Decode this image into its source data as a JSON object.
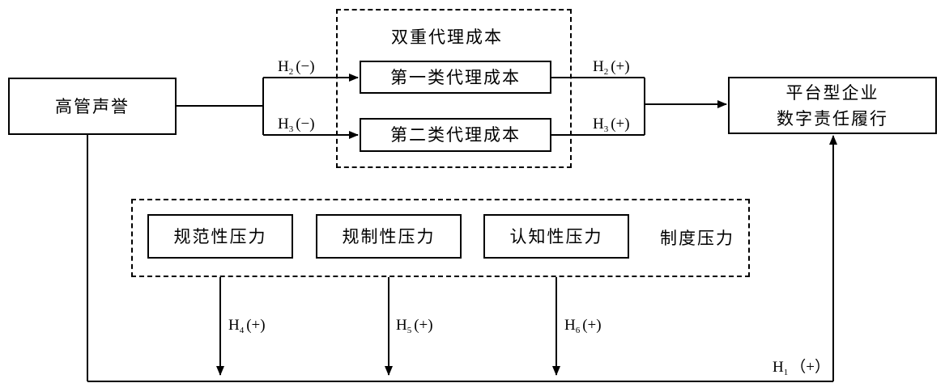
{
  "nodes": {
    "exec_reputation": "高管声誉",
    "first_agency_cost": "第一类代理成本",
    "second_agency_cost": "第二类代理成本",
    "platform_line1": "平台型企业",
    "platform_line2": "数字责任履行",
    "normative_pressure": "规范性压力",
    "regulative_pressure": "规制性压力",
    "cognitive_pressure": "认知性压力"
  },
  "groups": {
    "dual_agency_cost": "双重代理成本",
    "institutional_pressure": "制度压力"
  },
  "hypotheses": {
    "h1": {
      "main": "H",
      "sub": "1",
      "sign": "（+）"
    },
    "h2_in": {
      "main": "H",
      "sub": "2",
      "sign": "(−)"
    },
    "h2_out": {
      "main": "H",
      "sub": "2",
      "sign": "(+)"
    },
    "h3_in": {
      "main": "H",
      "sub": "3",
      "sign": "(−)"
    },
    "h3_out": {
      "main": "H",
      "sub": "3",
      "sign": "(+)"
    },
    "h4": {
      "main": "H",
      "sub": "4",
      "sign": "(+)"
    },
    "h5": {
      "main": "H",
      "sub": "5",
      "sign": "(+)"
    },
    "h6": {
      "main": "H",
      "sub": "6",
      "sign": "(+)"
    }
  }
}
